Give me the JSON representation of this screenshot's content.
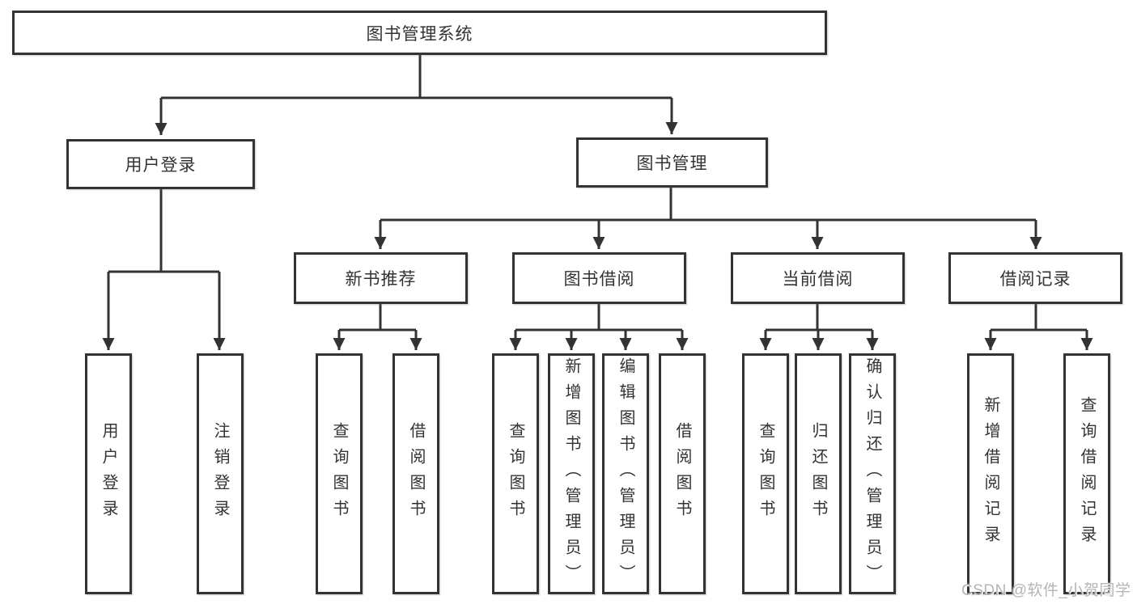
{
  "tree": {
    "label": "图书管理系统",
    "children": [
      {
        "label": "用户登录",
        "children": [
          {
            "label": "用户登录"
          },
          {
            "label": "注销登录"
          }
        ]
      },
      {
        "label": "图书管理",
        "children": [
          {
            "label": "新书推荐",
            "children": [
              {
                "label": "查询图书"
              },
              {
                "label": "借阅图书"
              }
            ]
          },
          {
            "label": "图书借阅",
            "children": [
              {
                "label": "查询图书"
              },
              {
                "label": "新增图书（管理员）"
              },
              {
                "label": "编辑图书（管理员）"
              },
              {
                "label": "借阅图书"
              }
            ]
          },
          {
            "label": "当前借阅",
            "children": [
              {
                "label": "查询图书"
              },
              {
                "label": "归还图书"
              },
              {
                "label": "确认归还（管理员）"
              }
            ]
          },
          {
            "label": "借阅记录",
            "children": [
              {
                "label": "新增借阅记录"
              },
              {
                "label": "查询借阅记录"
              }
            ]
          }
        ]
      }
    ]
  },
  "watermark": {
    "text": "CSDN @软件_小贺同学"
  },
  "colors": {
    "line": "#333333",
    "box_background": "#ffffff",
    "text": "#333333",
    "background": "#ffffff",
    "watermark": "#b5b5b5"
  }
}
